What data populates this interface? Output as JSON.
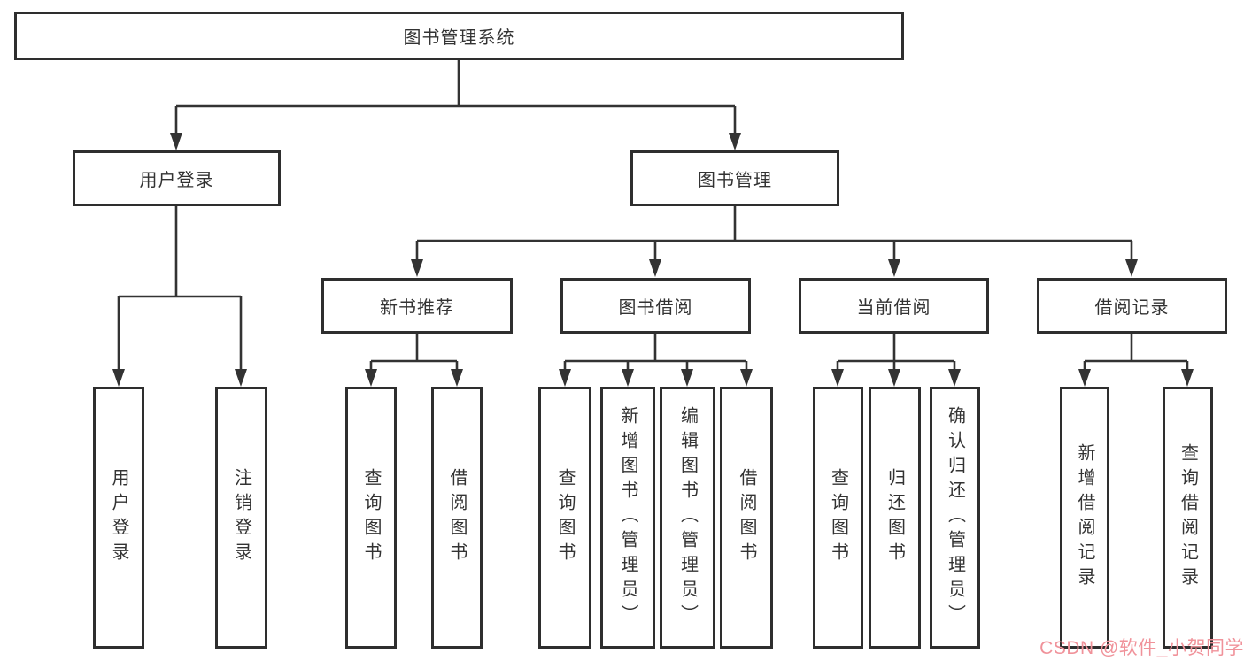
{
  "diagram_title": "图书管理系统",
  "tree": {
    "root": {
      "label": "图书管理系统"
    },
    "level2": [
      {
        "label": "用户登录"
      },
      {
        "label": "图书管理"
      }
    ],
    "level3": [
      {
        "label": "新书推荐",
        "parent": "图书管理"
      },
      {
        "label": "图书借阅",
        "parent": "图书管理"
      },
      {
        "label": "当前借阅",
        "parent": "图书管理"
      },
      {
        "label": "借阅记录",
        "parent": "图书管理"
      }
    ],
    "leaves": [
      {
        "label": "用户登录",
        "parent": "用户登录"
      },
      {
        "label": "注销登录",
        "parent": "用户登录"
      },
      {
        "label": "查询图书",
        "parent": "新书推荐"
      },
      {
        "label": "借阅图书",
        "parent": "新书推荐"
      },
      {
        "label": "查询图书",
        "parent": "图书借阅"
      },
      {
        "label": "新增图书（管理员）",
        "parent": "图书借阅"
      },
      {
        "label": "编辑图书（管理员）",
        "parent": "图书借阅"
      },
      {
        "label": "借阅图书",
        "parent": "图书借阅"
      },
      {
        "label": "查询图书",
        "parent": "当前借阅"
      },
      {
        "label": "归还图书",
        "parent": "当前借阅"
      },
      {
        "label": "确认归还（管理员）",
        "parent": "当前借阅"
      },
      {
        "label": "新增借阅记录",
        "parent": "借阅记录"
      },
      {
        "label": "查询借阅记录",
        "parent": "借阅记录"
      }
    ]
  },
  "watermark": {
    "text": "CSDN @软件_小贺同学"
  },
  "colors": {
    "line": "#333333",
    "box_border": "#2e2e2e",
    "text": "#333333",
    "watermark": "#f0929a",
    "background": "#ffffff"
  }
}
